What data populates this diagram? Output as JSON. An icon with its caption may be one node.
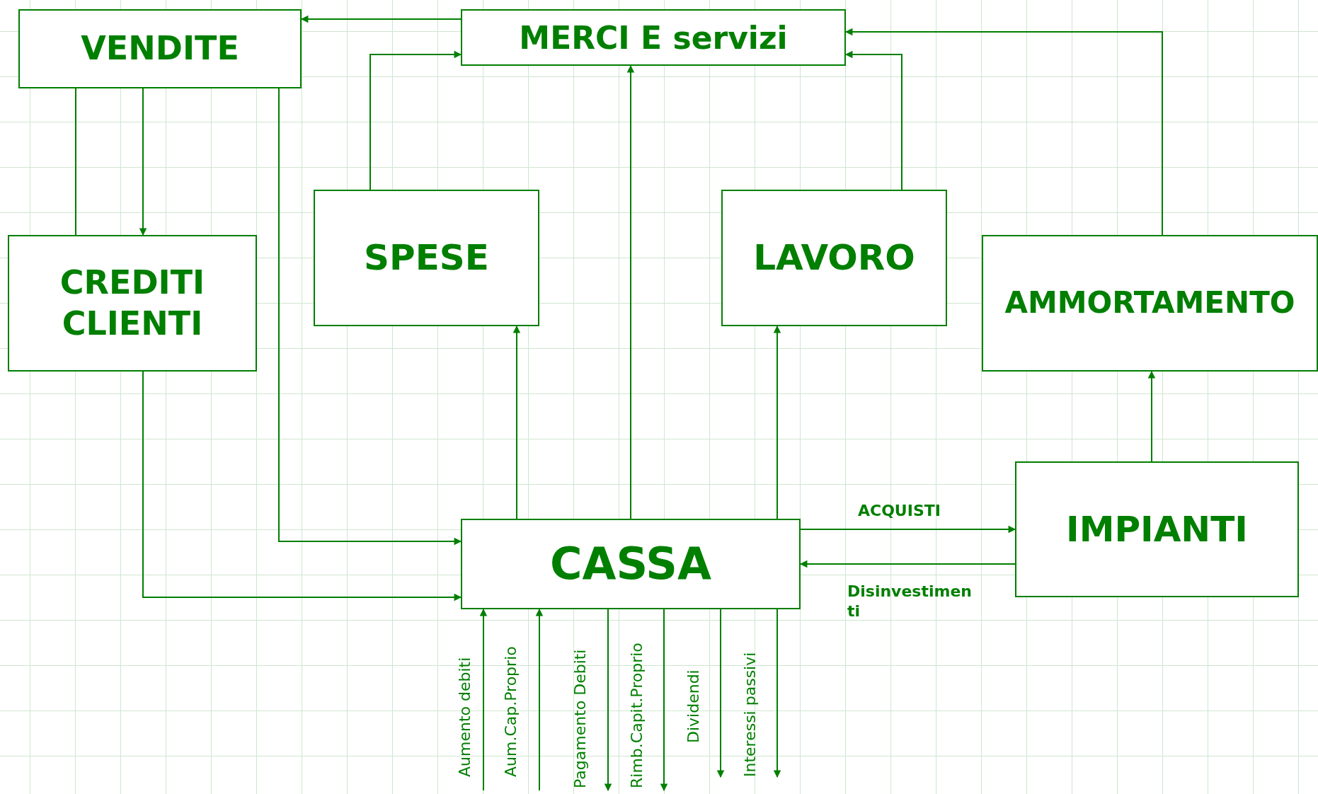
{
  "diagram": {
    "nodes": [
      {
        "text": [
          "VENDITE"
        ]
      },
      {
        "text": [
          "MERCI E servizi"
        ]
      },
      {
        "text": [
          "CREDITI CLIENTI"
        ]
      },
      {
        "text": [
          "SPESE"
        ]
      },
      {
        "text": [
          "LAVORO"
        ]
      },
      {
        "text": [
          "AMMORTAMENTO"
        ]
      },
      {
        "text": [
          "IMPIANTI"
        ]
      },
      {
        "text": [
          "CASSA"
        ]
      }
    ],
    "edges": [
      {
        "from": 1,
        "to": 0,
        "arrow": "to"
      },
      {
        "from": 3,
        "to": 1,
        "arrow": "to"
      },
      {
        "from": 7,
        "to": 1,
        "arrow": "to"
      },
      {
        "from": 4,
        "to": 1,
        "arrow": "to"
      },
      {
        "from": 5,
        "to": 1,
        "arrow": "to"
      },
      {
        "from": 0,
        "to": 2,
        "arrow": "to"
      },
      {
        "from": 0,
        "to": 2,
        "arrow": "none"
      },
      {
        "from": 0,
        "to": 7,
        "arrow": "to"
      },
      {
        "from": 2,
        "to": 7,
        "arrow": "to"
      },
      {
        "from": 7,
        "to": 3,
        "arrow": "to"
      },
      {
        "from": 7,
        "to": 4,
        "arrow": "to"
      },
      {
        "from": 6,
        "to": 5,
        "arrow": "to"
      },
      {
        "from": 7,
        "to": 6,
        "arrow": "to",
        "label": "ACQUISTI"
      },
      {
        "from": 6,
        "to": 7,
        "arrow": "to",
        "label": "Disinvestimenti"
      },
      {
        "from": null,
        "to": 7,
        "arrow": "to",
        "label": "Aumento debiti"
      },
      {
        "from": null,
        "to": 7,
        "arrow": "to",
        "label": "Aum.Cap.Proprio"
      },
      {
        "from": 7,
        "to": null,
        "arrow": "to",
        "label": "Pagamento Debiti"
      },
      {
        "from": 7,
        "to": null,
        "arrow": "to",
        "label": "Rimb.Capit.Proprio"
      },
      {
        "from": 7,
        "to": null,
        "arrow": "to",
        "label": "Dividendi"
      },
      {
        "from": 7,
        "to": null,
        "arrow": "to",
        "label": "Interessi passivi"
      }
    ]
  }
}
